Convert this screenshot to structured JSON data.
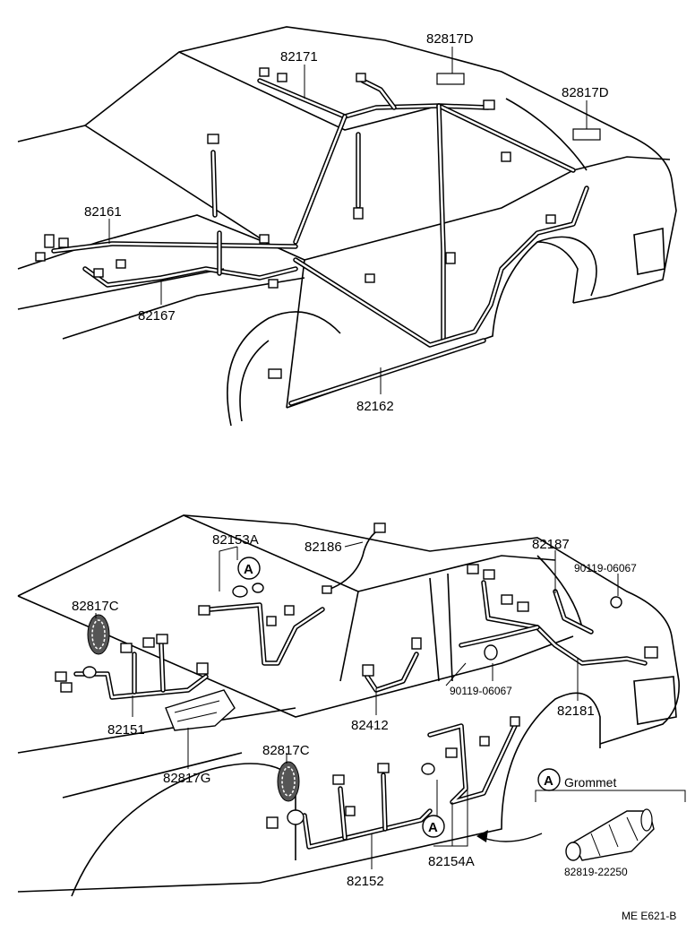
{
  "top_figure": {
    "labels": {
      "p82171": "82171",
      "p82817d_1": "82817D",
      "p82817d_2": "82817D",
      "p82161": "82161",
      "p82167": "82167",
      "p82162": "82162"
    }
  },
  "bottom_figure": {
    "labels": {
      "p82153a": "82153A",
      "p82186": "82186",
      "p82187": "82187",
      "p90119_1": "90119-06067",
      "p82817c_1": "82817C",
      "p82151": "82151",
      "p82817g": "82817G",
      "p90119_2": "90119-06067",
      "p82412": "82412",
      "p82181": "82181",
      "p82817c_2": "82817C",
      "p82152": "82152",
      "p82154a": "82154A",
      "p82819": "82819-22250"
    },
    "callout_letter": "A",
    "grommet_label": "Grommet"
  },
  "drawing_code": "ME E621-B"
}
